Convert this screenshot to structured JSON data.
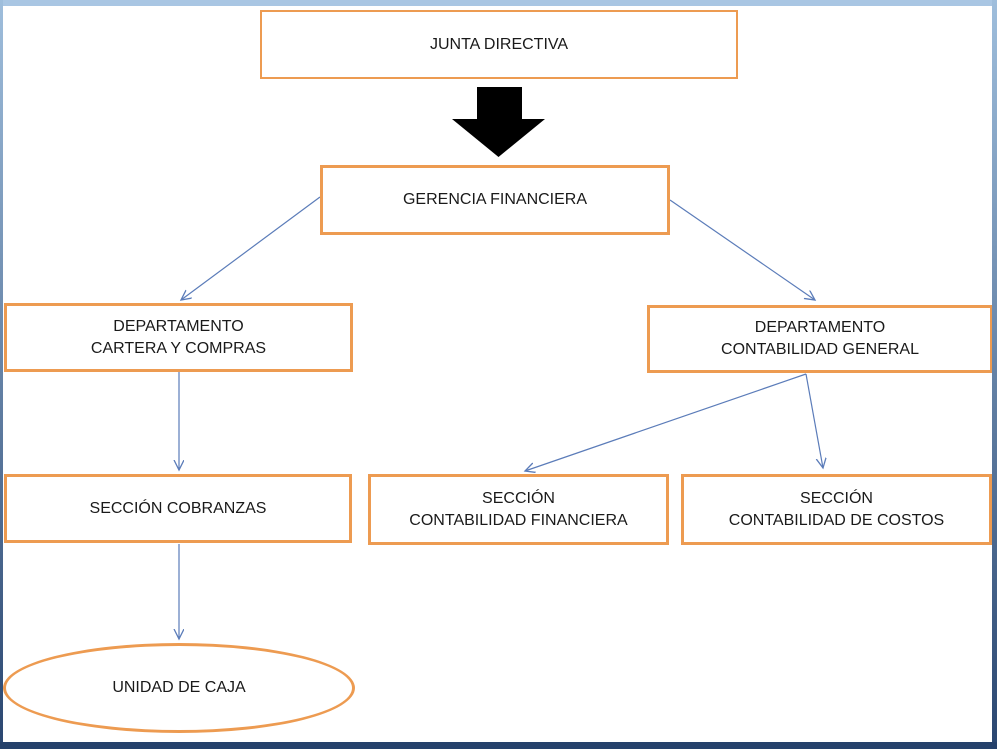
{
  "diagram_type": "org-chart",
  "nodes": {
    "junta_directiva": {
      "label": "JUNTA DIRECTIVA",
      "shape": "rect",
      "level": 1
    },
    "gerencia_financiera": {
      "label": "GERENCIA FINANCIERA",
      "shape": "rect",
      "level": 2
    },
    "depto_cartera": {
      "line1": "DEPARTAMENTO",
      "line2": "CARTERA Y COMPRAS",
      "shape": "rect",
      "level": 3
    },
    "depto_contabilidad": {
      "line1": "DEPARTAMENTO",
      "line2": "CONTABILIDAD GENERAL",
      "shape": "rect",
      "level": 3
    },
    "seccion_cobranzas": {
      "label": "SECCIÓN COBRANZAS",
      "shape": "rect",
      "level": 4
    },
    "seccion_financiera": {
      "line1": "SECCIÓN",
      "line2": "CONTABILIDAD FINANCIERA",
      "shape": "rect",
      "level": 4
    },
    "seccion_costos": {
      "line1": "SECCIÓN",
      "line2": "CONTABILIDAD DE COSTOS",
      "shape": "rect",
      "level": 4
    },
    "unidad_caja": {
      "label": "UNIDAD DE CAJA",
      "shape": "ellipse",
      "level": 5
    }
  },
  "edges": [
    {
      "from": "JUNTA DIRECTIVA",
      "to": "GERENCIA FINANCIERA",
      "style": "black-block-arrow"
    },
    {
      "from": "GERENCIA FINANCIERA",
      "to": "DEPARTAMENTO CARTERA Y COMPRAS",
      "style": "thin-blue-arrow"
    },
    {
      "from": "GERENCIA FINANCIERA",
      "to": "DEPARTAMENTO CONTABILIDAD GENERAL",
      "style": "thin-blue-arrow"
    },
    {
      "from": "DEPARTAMENTO CARTERA Y COMPRAS",
      "to": "SECCIÓN COBRANZAS",
      "style": "thin-blue-arrow"
    },
    {
      "from": "SECCIÓN COBRANZAS",
      "to": "UNIDAD DE CAJA",
      "style": "thin-blue-arrow"
    },
    {
      "from": "DEPARTAMENTO CONTABILIDAD GENERAL",
      "to": "SECCIÓN CONTABILIDAD FINANCIERA",
      "style": "thin-blue-arrow"
    },
    {
      "from": "DEPARTAMENTO CONTABILIDAD GENERAL",
      "to": "SECCIÓN CONTABILIDAD DE COSTOS",
      "style": "thin-blue-arrow"
    }
  ],
  "colors": {
    "box_border": "#ED9B51",
    "connector": "#5B7CB9",
    "flow_arrow": "#000000",
    "frame_top": "#A9C6E3",
    "frame_bottom": "#25416B",
    "frame_side_light": "#9FBEDC",
    "frame_side_dark": "#2A4670",
    "text": "#1A1A1A",
    "bg": "#FFFFFF"
  }
}
